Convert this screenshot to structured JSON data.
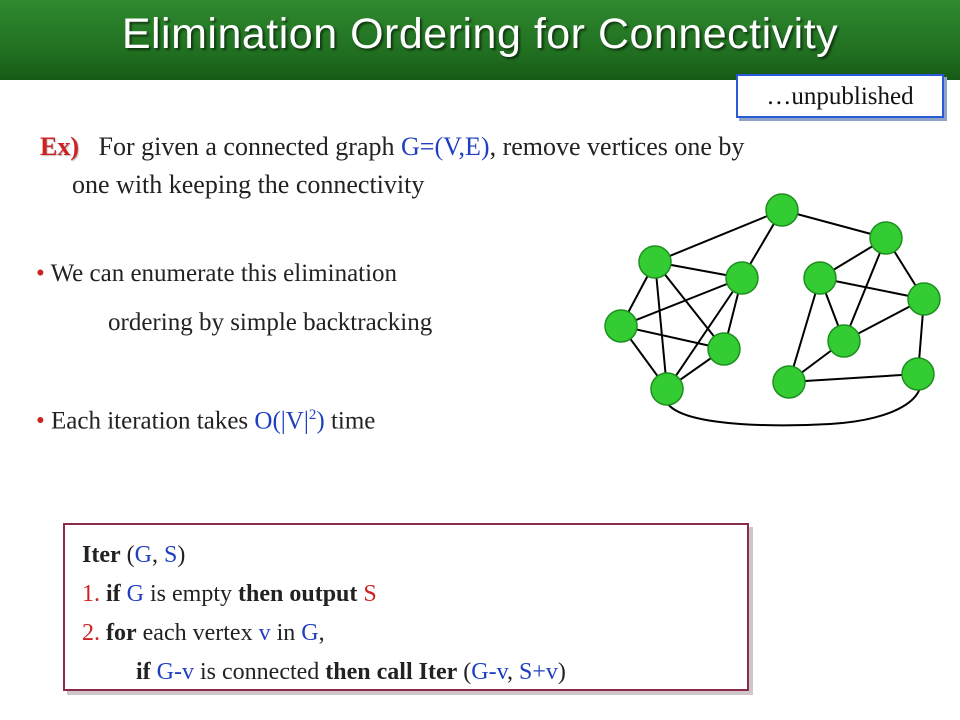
{
  "title": "Elimination Ordering for Connectivity",
  "note": "…unpublished",
  "example": {
    "label": "Ex)",
    "text_a": "For given a connected graph ",
    "graph_def": "G=(V,E)",
    "text_b": ", remove vertices one by",
    "text_c": "one with keeping the connectivity"
  },
  "bullets": {
    "b1_line1": "We can enumerate this elimination",
    "b1_line2": "ordering by simple backtracking",
    "b2_a": "Each iteration takes ",
    "b2_o": "O(|V|",
    "b2_sup": "2",
    "b2_c": ")",
    "b2_d": " time",
    "dot": "•"
  },
  "algorithm": {
    "l1_fn": "Iter",
    "l1_open": " (",
    "l1_g": "G",
    "l1_comma": ", ",
    "l1_s": "S",
    "l1_close": ")",
    "l2_num": "1.",
    "l2_if": " if ",
    "l2_g": "G",
    "l2_empty": " is empty ",
    "l2_then": "then output ",
    "l2_s": "S",
    "l3_num": "2.",
    "l3_for": " for",
    "l3_each": " each vertex ",
    "l3_v": "v",
    "l3_in": " in ",
    "l3_g": "G",
    "l3_comma": ",",
    "l4_if": "if ",
    "l4_gv": "G-v",
    "l4_conn": " is connected ",
    "l4_then": "then call ",
    "l4_iter": "Iter",
    "l4_open": " (",
    "l4_gv2": "G-v",
    "l4_comma": ", ",
    "l4_sv": "S+v",
    "l4_close": ")"
  },
  "colors": {
    "title_green": "#1f6d1f",
    "node_fill": "#33cc33",
    "accent_red": "#cc2222",
    "accent_blue": "#1f3fbf",
    "box_border": "#8a2b4a"
  }
}
